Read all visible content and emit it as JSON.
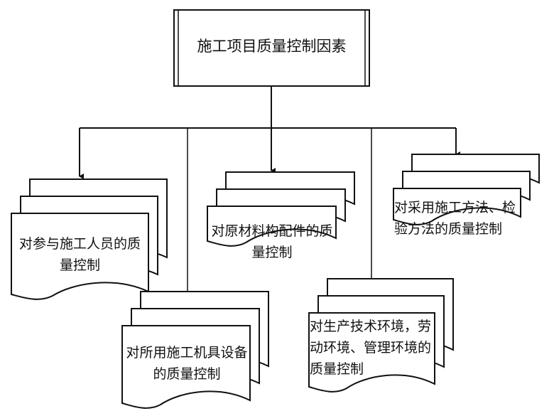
{
  "root": {
    "label": "施工项目质量控制因素"
  },
  "factors": [
    {
      "label": "对参与施工人员的质量控制"
    },
    {
      "label": "对所用施工机具设备的质量控制"
    },
    {
      "label": "对原材料构配件的质量控制"
    },
    {
      "label": "对生产技术环境，劳动环境、管理环境的质量控制"
    },
    {
      "label": "对采用施工方法、检验方法的质量控制"
    }
  ]
}
